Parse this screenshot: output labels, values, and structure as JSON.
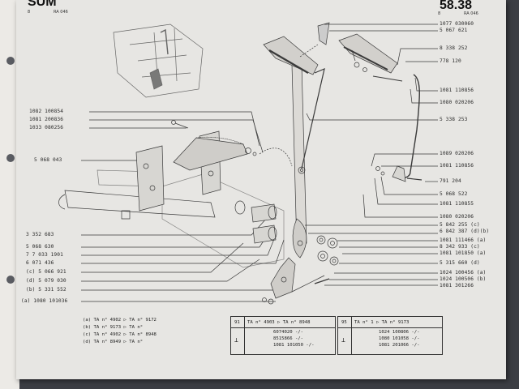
{
  "header": {
    "left_code": "SUM",
    "left_ref": "8",
    "left_sub": "RA 046",
    "page_number": "58.38",
    "right_ref": "8",
    "right_sub": "RA 046"
  },
  "labels_left": [
    "1082 100854",
    "1081 200836",
    "1033 080256",
    "5 068 043",
    "3 352 683",
    "5 068 630",
    "7 7 033 1901",
    "6 071 436",
    "(c) 5 066 921",
    "(d) 5 079 030",
    "(b) 5 331 552",
    "(a) 1080 101036"
  ],
  "labels_right": [
    "1077 030060",
    "5 067 621",
    "8 338 252",
    "778 120",
    "1081 110856",
    "1080 020206",
    "5 338 253",
    "1089 020206",
    "1081 110856",
    "791 204",
    "5 068 522",
    "1081 110855",
    "1080 020206",
    "5 842 255 (c)",
    "6 842 387 (d)(b)",
    "1081 111466 (a)",
    "8 342 933 (c)",
    "1081 101850 (a)",
    "5 315 660 (d)",
    "1024 100456 (a)",
    "1024 100506 (b)",
    "1081 301266"
  ],
  "notes": [
    "(a) TA n° 4902 ▷ TA n° 9172",
    "(b) TA n° 9173 ▷ TA n°",
    "(c) TA n° 4902 ▷ TA n° 8948",
    "(d) TA n° 8949 ▷ TA n°"
  ],
  "table1": {
    "code": "91",
    "range": "TA n° 4903 ▷ TA n° 8948",
    "rows": [
      "6074020 -/-",
      "8515866 -/-",
      "1081 101050 -/-"
    ]
  },
  "table2": {
    "code": "95",
    "range": "TA n° 1 ▷ TA n° 9173",
    "rows": [
      "1024 100806 -/-",
      "1080 101058 -/-",
      "1081 201066 -/-"
    ]
  },
  "colors": {
    "page": "#e7e6e3",
    "ink": "#2a2a2a",
    "background": "#3c3e44"
  }
}
